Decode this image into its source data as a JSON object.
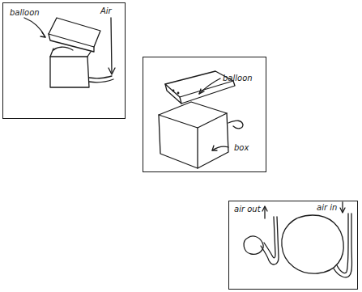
{
  "diagram": {
    "nodes": [
      {
        "text": [
          "balloon",
          "Air"
        ]
      },
      {
        "text": [
          "balloon",
          "box"
        ]
      },
      {
        "text": [
          "air out",
          "air in"
        ]
      }
    ]
  }
}
